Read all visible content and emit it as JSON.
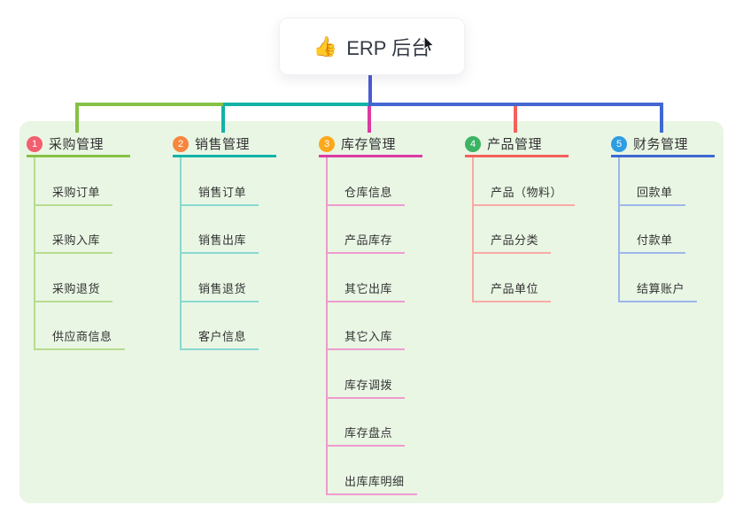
{
  "root": {
    "icon": "👍",
    "label": "ERP 后台"
  },
  "panel": {
    "background": "#e9f6e4"
  },
  "connectors": {
    "root_drop_color": "#4b5bd3",
    "bus_right_color": "#4566d2"
  },
  "branches": [
    {
      "index": "1",
      "label": "采购管理",
      "badge_color": "#f25f6e",
      "line_color": "#86c147",
      "child_line_color": "#b7db8e",
      "children": [
        "采购订单",
        "采购入库",
        "采购退货",
        "供应商信息"
      ]
    },
    {
      "index": "2",
      "label": "销售管理",
      "badge_color": "#f6863f",
      "line_color": "#12b2a7",
      "child_line_color": "#89d8d0",
      "children": [
        "销售订单",
        "销售出库",
        "销售退货",
        "客户信息"
      ]
    },
    {
      "index": "3",
      "label": "库存管理",
      "badge_color": "#fba81c",
      "line_color": "#dc3aa2",
      "child_line_color": "#ee9bce",
      "children": [
        "仓库信息",
        "产品库存",
        "其它出库",
        "其它入库",
        "库存调拨",
        "库存盘点",
        "出库库明细"
      ]
    },
    {
      "index": "4",
      "label": "产品管理",
      "badge_color": "#3cb463",
      "line_color": "#f4605a",
      "child_line_color": "#f9aaa5",
      "children": [
        "产品（物料）",
        "产品分类",
        "产品单位"
      ]
    },
    {
      "index": "5",
      "label": "财务管理",
      "badge_color": "#2e9ce2",
      "line_color": "#3e68d3",
      "child_line_color": "#9db7ec",
      "children": [
        "回款单",
        "付款单",
        "结算账户"
      ]
    }
  ]
}
